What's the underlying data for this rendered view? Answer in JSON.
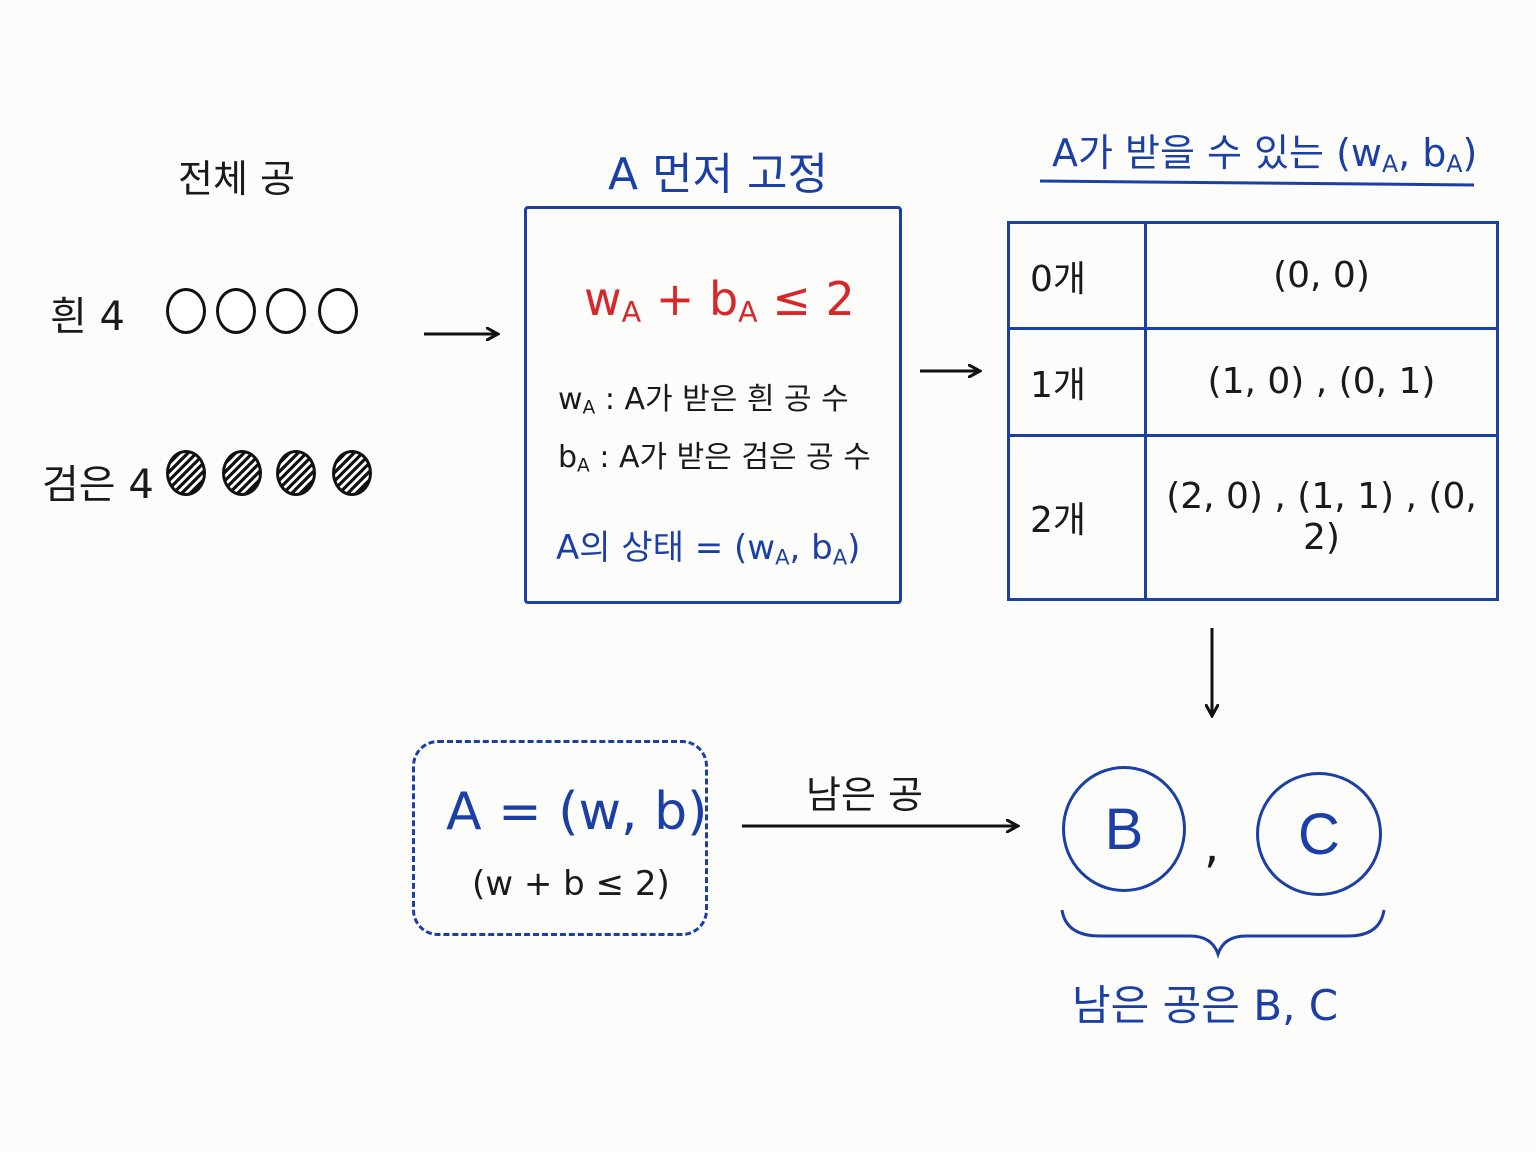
{
  "total_heading": "전체 공",
  "balls": {
    "white_label": "흰 4",
    "black_label": "검은 4",
    "white_count": 4,
    "black_count": 4
  },
  "fix_box": {
    "heading": "A 먼저 고정",
    "constraint": {
      "w": "w",
      "plus": " + ",
      "b": "b",
      "sub": "A",
      "rel": " ≤ 2"
    },
    "def_w": {
      "var": "w",
      "sub": "A",
      "text": " : A가 받은 흰 공 수"
    },
    "def_b": {
      "var": "b",
      "sub": "A",
      "text": " : A가 받은 검은 공 수"
    },
    "state": {
      "prefix": "A의 상태 = (w",
      "sub1": "A",
      "mid": ", b",
      "sub2": "A",
      "suffix": ")"
    }
  },
  "outcome_table": {
    "heading": {
      "prefix": "A가 받을 수 있는 (w",
      "sub1": "A",
      "mid": ", b",
      "sub2": "A",
      "suffix": ")"
    },
    "rows": [
      {
        "count": "0개",
        "pairs": "(0, 0)"
      },
      {
        "count": "1개",
        "pairs": "(1, 0) , (0, 1)"
      },
      {
        "count": "2개",
        "pairs": "(2, 0) , (1, 1) , (0, 2)"
      }
    ]
  },
  "a_state_box": {
    "formula": "A = (w, b)",
    "condition": "(w + b ≤ 2)"
  },
  "remaining_arrow_label": "남은 공",
  "players": {
    "b": "B",
    "c": "C",
    "separator": ","
  },
  "brace_caption": "남은 공은 B, C",
  "colors": {
    "blue": "#1c3fa6",
    "red": "#d8262a",
    "ink": "#1a1a1a"
  }
}
